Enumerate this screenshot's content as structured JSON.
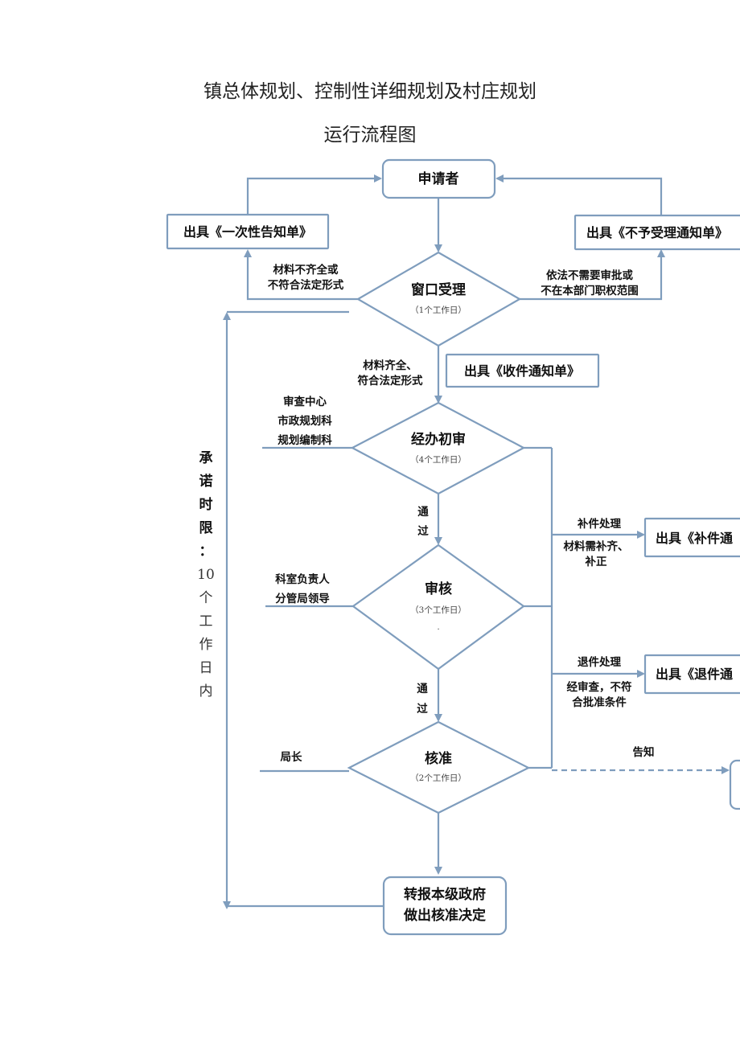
{
  "title_line1": "镇总体规划、控制性详细规划及村庄规划",
  "title_line2": "运行流程图",
  "nodes": {
    "applicant": "申请者",
    "notice_once": "出具《一次性告知单》",
    "notice_reject": "出具《不予受理通知单》",
    "window": "窗口受理",
    "window_days": "（1个工作日）",
    "receipt": "出具《收件通知单》",
    "first_review": "经办初审",
    "first_review_days": "（4个工作日）",
    "review": "审核",
    "review_days": "（3个工作日）",
    "approve": "核准",
    "approve_days": "（2个工作日）",
    "supplement_notice": "出具《补件通",
    "return_notice": "出具《退件通",
    "final_line1": "转报本级政府",
    "final_line2": "做出核准决定"
  },
  "labels": {
    "incomplete_1": "材料不齐全或",
    "incomplete_2": "不符合法定形式",
    "no_approval_1": "依法不需要审批或",
    "no_approval_2": "不在本部门职权范围",
    "complete_1": "材料齐全、",
    "complete_2": "符合法定形式",
    "center_1": "审查中心",
    "center_2": "市政规划科",
    "center_3": "规划编制科",
    "pass_1": "通",
    "pass_2": "过",
    "section_1": "科室负责人",
    "section_2": "分管局领导",
    "director": "局长",
    "supp_title": "补件处理",
    "supp_1": "材料需补齐、",
    "supp_2": "补正",
    "ret_title": "退件处理",
    "ret_1": "经审查，不符",
    "ret_2": "合批准条件",
    "inform": "告知",
    "dot": "."
  },
  "time_limit": {
    "chars": [
      "承",
      "诺",
      "时",
      "限",
      "：",
      "10",
      "个",
      "工",
      "作",
      "日",
      "内"
    ]
  },
  "colors": {
    "line": "#7f9dbd",
    "text": "#111111"
  }
}
